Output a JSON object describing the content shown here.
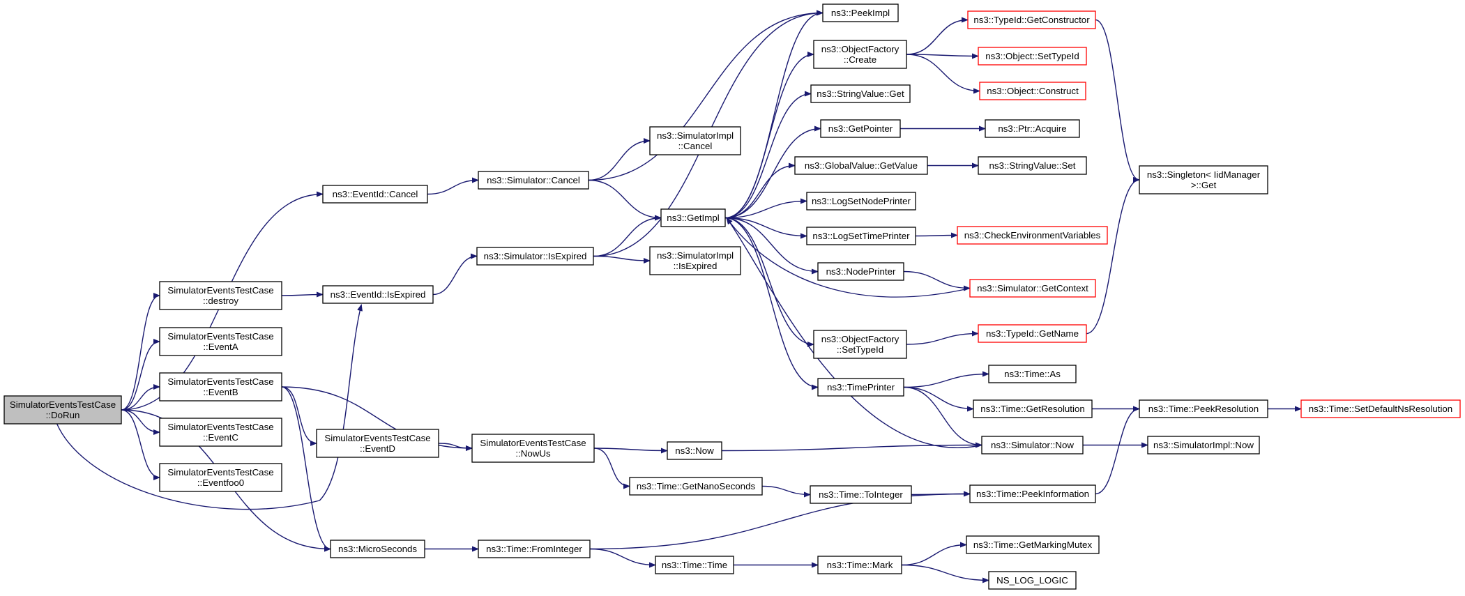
{
  "colors": {
    "edge": "#191970",
    "border": "#000000",
    "truncated_border": "#ff0000",
    "root_fill": "#bfbfbf"
  },
  "nodes": {
    "doRun": {
      "lines": [
        "SimulatorEventsTestCase",
        "::DoRun"
      ],
      "kind": "root"
    },
    "destroy": {
      "lines": [
        "SimulatorEventsTestCase",
        "::destroy"
      ]
    },
    "eventA": {
      "lines": [
        "SimulatorEventsTestCase",
        "::EventA"
      ]
    },
    "eventB": {
      "lines": [
        "SimulatorEventsTestCase",
        "::EventB"
      ]
    },
    "eventC": {
      "lines": [
        "SimulatorEventsTestCase",
        "::EventC"
      ]
    },
    "eventfoo0": {
      "lines": [
        "SimulatorEventsTestCase",
        "::Eventfoo0"
      ]
    },
    "eventIdCancel": {
      "lines": [
        "ns3::EventId::Cancel"
      ]
    },
    "eventIdIsExpired": {
      "lines": [
        "ns3::EventId::IsExpired"
      ]
    },
    "eventD": {
      "lines": [
        "SimulatorEventsTestCase",
        "::EventD"
      ]
    },
    "microSeconds": {
      "lines": [
        "ns3::MicroSeconds"
      ]
    },
    "simCancel": {
      "lines": [
        "ns3::Simulator::Cancel"
      ]
    },
    "simIsExpired": {
      "lines": [
        "ns3::Simulator::IsExpired"
      ]
    },
    "nowUs": {
      "lines": [
        "SimulatorEventsTestCase",
        "::NowUs"
      ]
    },
    "fromInteger": {
      "lines": [
        "ns3::Time::FromInteger"
      ]
    },
    "simImplCancel": {
      "lines": [
        "ns3::SimulatorImpl",
        "::Cancel"
      ]
    },
    "simImplIsExpired": {
      "lines": [
        "ns3::SimulatorImpl",
        "::IsExpired"
      ]
    },
    "getImpl": {
      "lines": [
        "ns3::GetImpl"
      ]
    },
    "now": {
      "lines": [
        "ns3::Now"
      ]
    },
    "getNanoSeconds": {
      "lines": [
        "ns3::Time::GetNanoSeconds"
      ]
    },
    "timeTime": {
      "lines": [
        "ns3::Time::Time"
      ]
    },
    "peekImpl": {
      "lines": [
        "ns3::PeekImpl"
      ]
    },
    "ofCreate": {
      "lines": [
        "ns3::ObjectFactory",
        "::Create"
      ]
    },
    "stringValueGet": {
      "lines": [
        "ns3::StringValue::Get"
      ]
    },
    "getPointer": {
      "lines": [
        "ns3::GetPointer"
      ]
    },
    "gvGetValue": {
      "lines": [
        "ns3::GlobalValue::GetValue"
      ]
    },
    "logSetNodePrinter": {
      "lines": [
        "ns3::LogSetNodePrinter"
      ]
    },
    "logSetTimePrinter": {
      "lines": [
        "ns3::LogSetTimePrinter"
      ]
    },
    "nodePrinter": {
      "lines": [
        "ns3::NodePrinter"
      ]
    },
    "ofSetTypeId": {
      "lines": [
        "ns3::ObjectFactory",
        "::SetTypeId"
      ]
    },
    "timePrinter": {
      "lines": [
        "ns3::TimePrinter"
      ]
    },
    "toInteger": {
      "lines": [
        "ns3::Time::ToInteger"
      ]
    },
    "timeMark": {
      "lines": [
        "ns3::Time::Mark"
      ]
    },
    "typeIdGetConstructor": {
      "lines": [
        "ns3::TypeId::GetConstructor"
      ],
      "kind": "truncated"
    },
    "objectSetTypeId": {
      "lines": [
        "ns3::Object::SetTypeId"
      ],
      "kind": "truncated"
    },
    "objectConstruct": {
      "lines": [
        "ns3::Object::Construct"
      ],
      "kind": "truncated"
    },
    "ptrAcquire": {
      "lines": [
        "ns3::Ptr::Acquire"
      ]
    },
    "stringValueSet": {
      "lines": [
        "ns3::StringValue::Set"
      ]
    },
    "checkEnv": {
      "lines": [
        "ns3::CheckEnvironmentVariables"
      ],
      "kind": "truncated"
    },
    "simGetContext": {
      "lines": [
        "ns3::Simulator::GetContext"
      ],
      "kind": "truncated"
    },
    "typeIdGetName": {
      "lines": [
        "ns3::TypeId::GetName"
      ],
      "kind": "truncated"
    },
    "timeAs": {
      "lines": [
        "ns3::Time::As"
      ]
    },
    "getResolution": {
      "lines": [
        "ns3::Time::GetResolution"
      ]
    },
    "simNow": {
      "lines": [
        "ns3::Simulator::Now"
      ]
    },
    "peekInformation": {
      "lines": [
        "ns3::Time::PeekInformation"
      ]
    },
    "getMarkingMutex": {
      "lines": [
        "ns3::Time::GetMarkingMutex"
      ]
    },
    "nsLogLogic": {
      "lines": [
        "NS_LOG_LOGIC"
      ]
    },
    "singletonGet": {
      "lines": [
        "ns3::Singleton< IidManager",
        " >::Get"
      ]
    },
    "peekResolution": {
      "lines": [
        "ns3::Time::PeekResolution"
      ]
    },
    "simImplNow": {
      "lines": [
        "ns3::SimulatorImpl::Now"
      ]
    },
    "setDefaultNsRes": {
      "lines": [
        "ns3::Time::SetDefaultNsResolution"
      ],
      "kind": "truncated"
    }
  }
}
